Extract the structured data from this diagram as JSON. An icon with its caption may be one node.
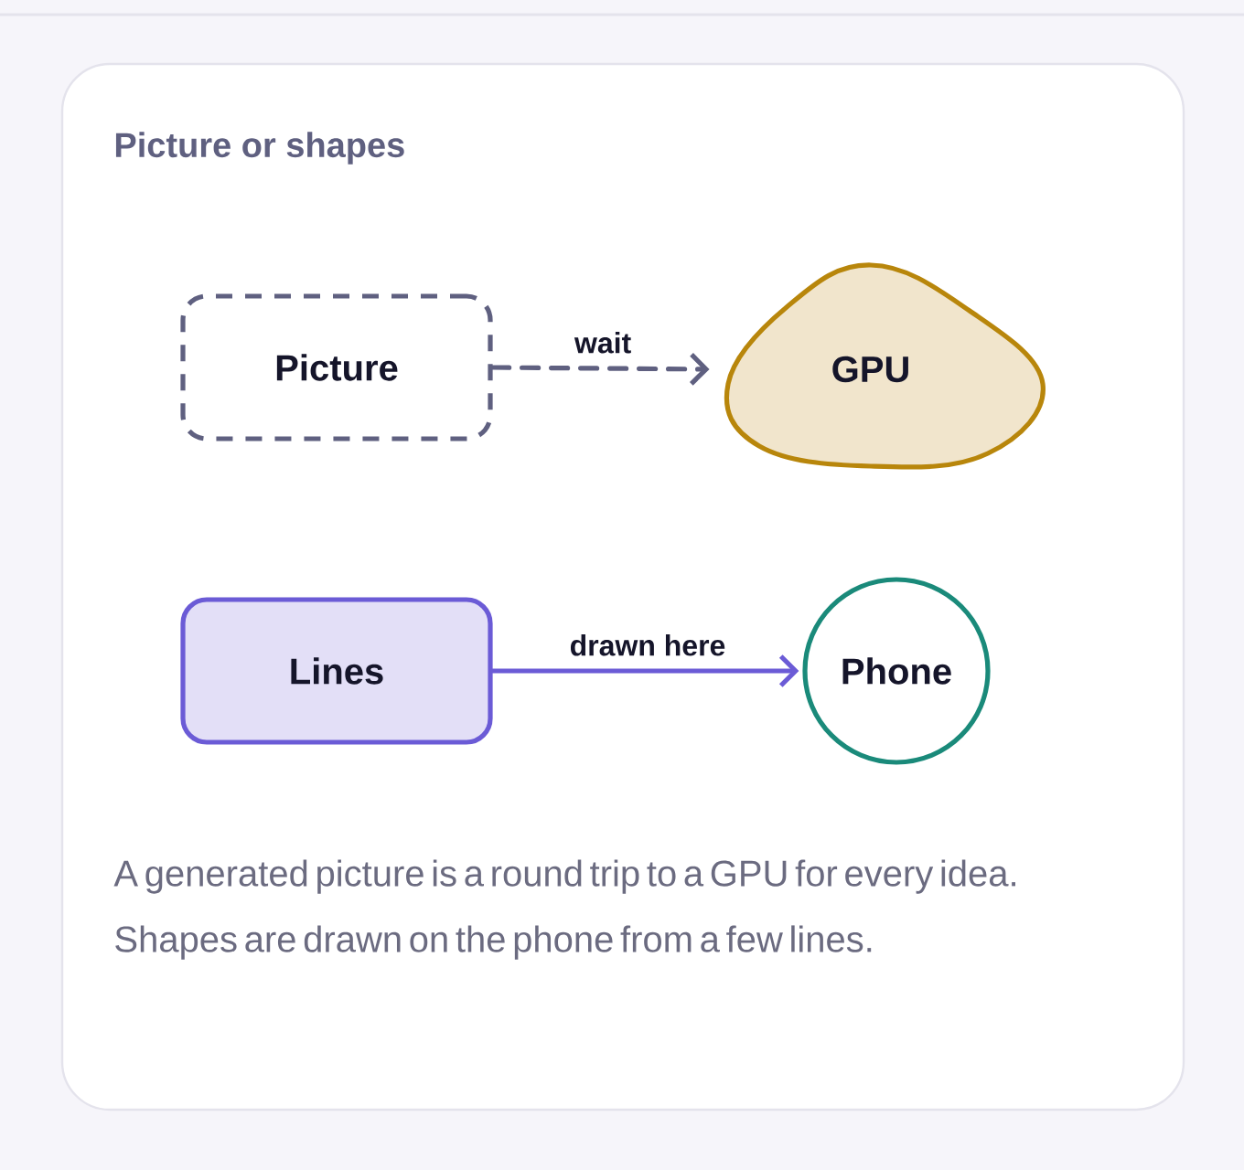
{
  "diagram": {
    "title": "Picture or shapes",
    "nodes": [
      {
        "text": [
          "Picture"
        ]
      },
      {
        "text": [
          "GPU"
        ]
      },
      {
        "text": [
          "Lines"
        ]
      },
      {
        "text": [
          "Phone"
        ]
      }
    ],
    "edges": [
      {
        "from": 0,
        "to": 1,
        "arrow": "to",
        "label": "wait",
        "style": "dashed",
        "color": "#5f6080"
      },
      {
        "from": 2,
        "to": 3,
        "arrow": "to",
        "label": "drawn here",
        "color": "#6b5bd6"
      }
    ],
    "caption": "A generated picture is a round trip to a GPU for every idea. Shapes are drawn on the phone from a few lines."
  }
}
